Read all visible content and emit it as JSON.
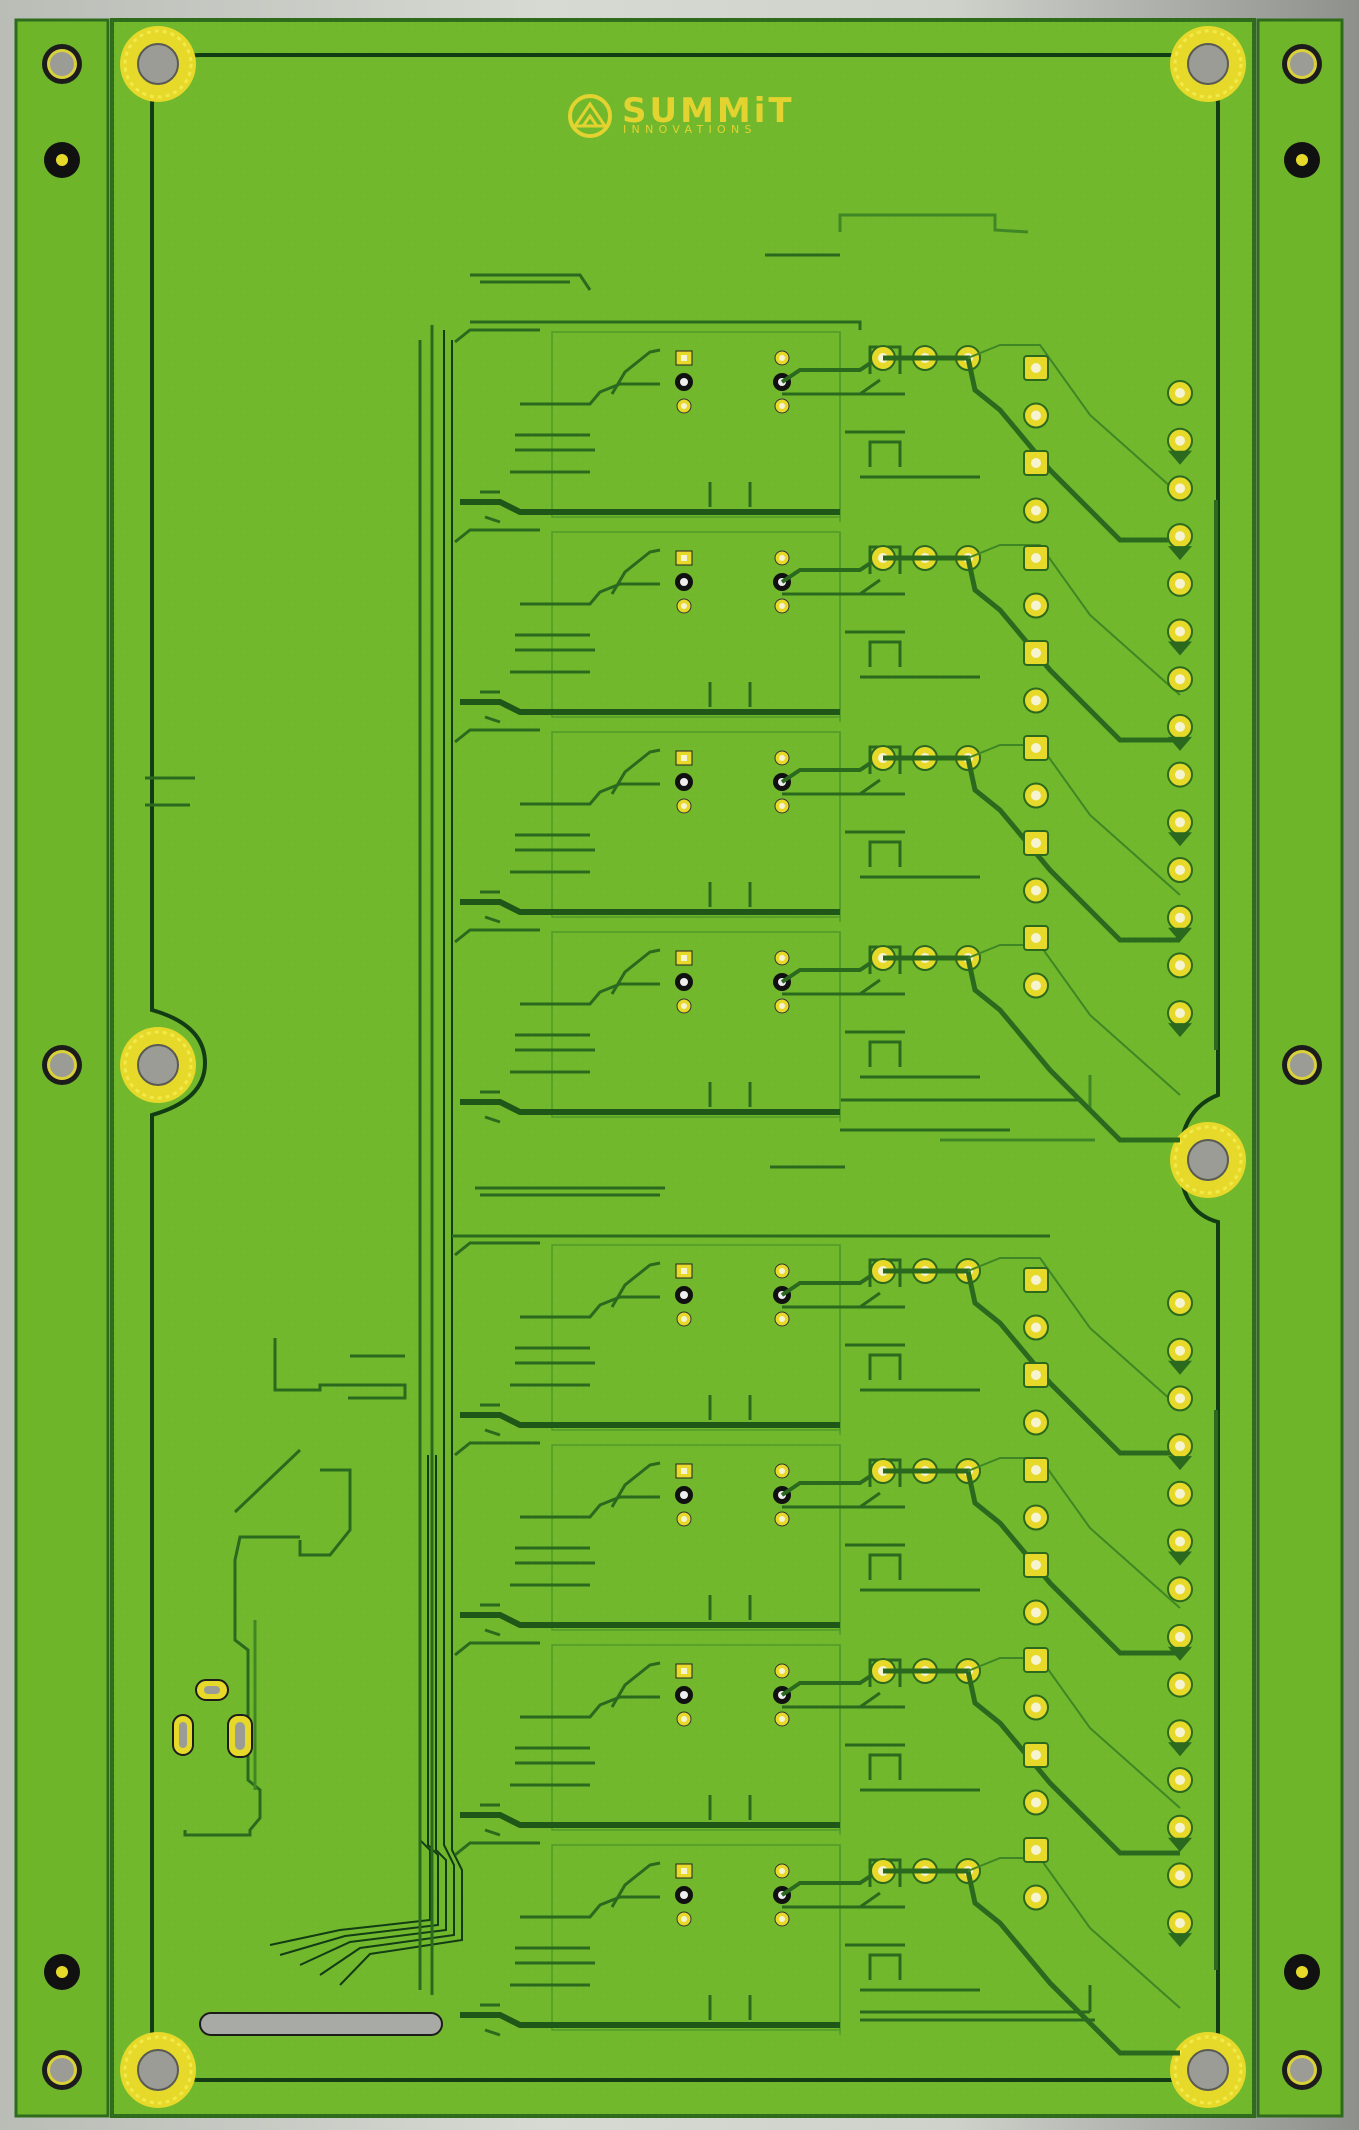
{
  "board": {
    "brand_name": "SUMMiT",
    "brand_tagline": "INNOVATIONS",
    "colors": {
      "background_edge": "#b9bdb6",
      "rail": "#6fb52a",
      "board_fill": "#72b82c",
      "board_border": "#123c14",
      "trace_dark": "#2b6a1e",
      "trace_mid": "#3f8725",
      "pad_gold": "#e6d92a",
      "pad_rim": "#f2e94a",
      "hole_gray": "#9c9c96",
      "logo_gold": "#e2d330"
    },
    "icons": {
      "logo": "summit-mountain-logo-icon",
      "mounting_hole": "mounting-hole-icon",
      "via": "via-icon",
      "slot": "slot-icon"
    },
    "channel_count": 8
  }
}
